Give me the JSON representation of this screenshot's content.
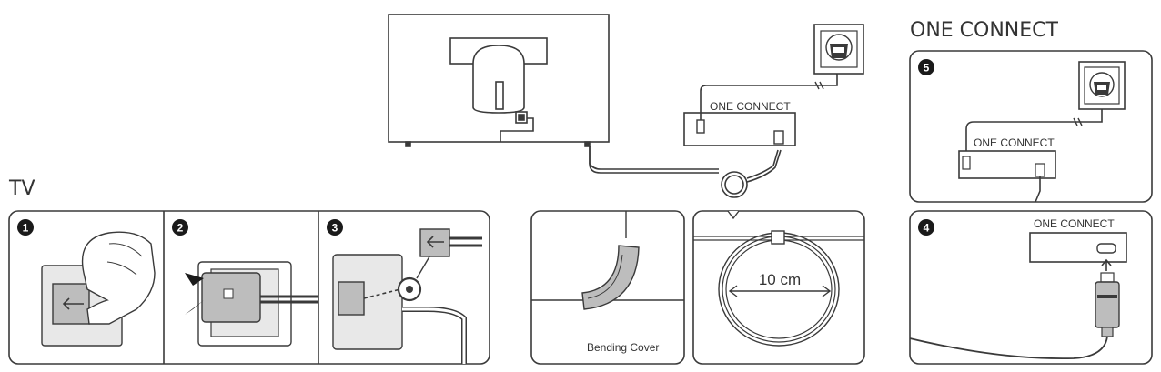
{
  "headings": {
    "tv": "TV",
    "one_connect": "ONE CONNECT"
  },
  "labels": {
    "box_main": "ONE CONNECT",
    "box_step5": "ONE CONNECT",
    "box_step4": "ONE CONNECT",
    "bending_cover": "Bending Cover",
    "loop_diameter": "10 cm"
  },
  "steps": {
    "s1": "1",
    "s2": "2",
    "s3": "3",
    "s4": "4",
    "s5": "5"
  },
  "colors": {
    "line": "#3a3a3a",
    "panel_fill": "#bdbdbd",
    "light_fill": "#e8e8e8",
    "badge": "#1a1a1a"
  }
}
